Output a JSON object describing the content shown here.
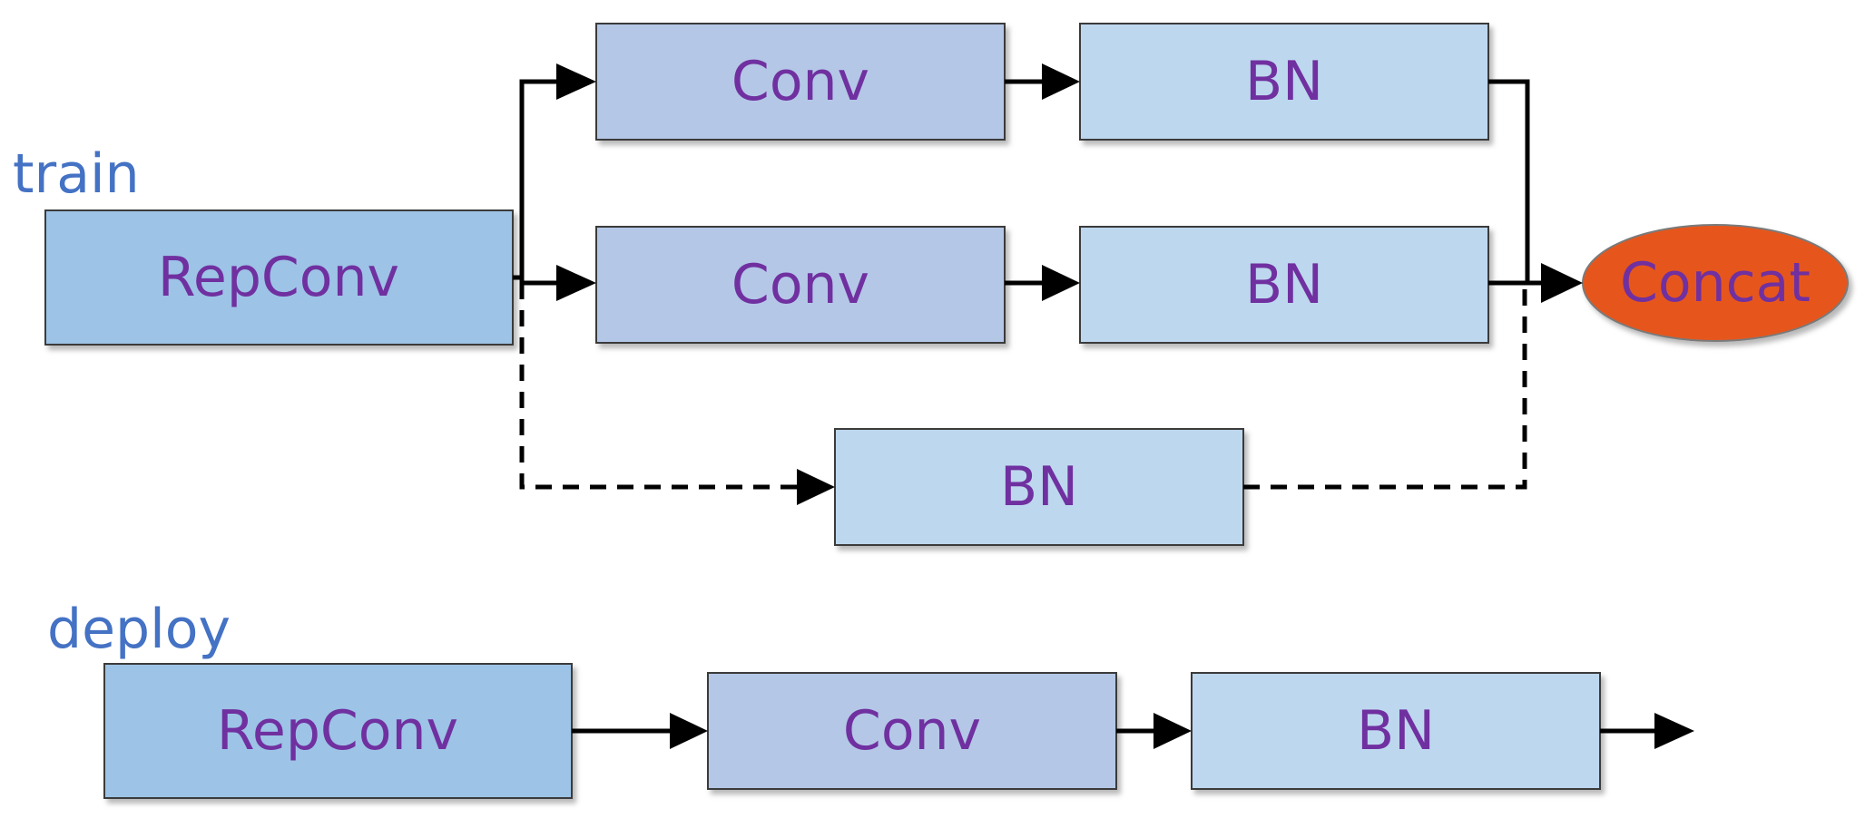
{
  "train": {
    "label": "train",
    "repconv": "RepConv",
    "branch1": {
      "conv": "Conv",
      "bn": "BN"
    },
    "branch2": {
      "conv": "Conv",
      "bn": "BN"
    },
    "branch3": {
      "bn": "BN"
    },
    "concat": "Concat"
  },
  "deploy": {
    "label": "deploy",
    "repconv": "RepConv",
    "conv": "Conv",
    "bn": "BN"
  },
  "colors": {
    "conv_fill": "#b4c7e7",
    "bn_fill": "#bdd7ee",
    "repconv_fill": "#9dc3e6",
    "concat_fill": "#e6561f",
    "box_text": "#7030a0",
    "section_label": "#4472c4"
  }
}
